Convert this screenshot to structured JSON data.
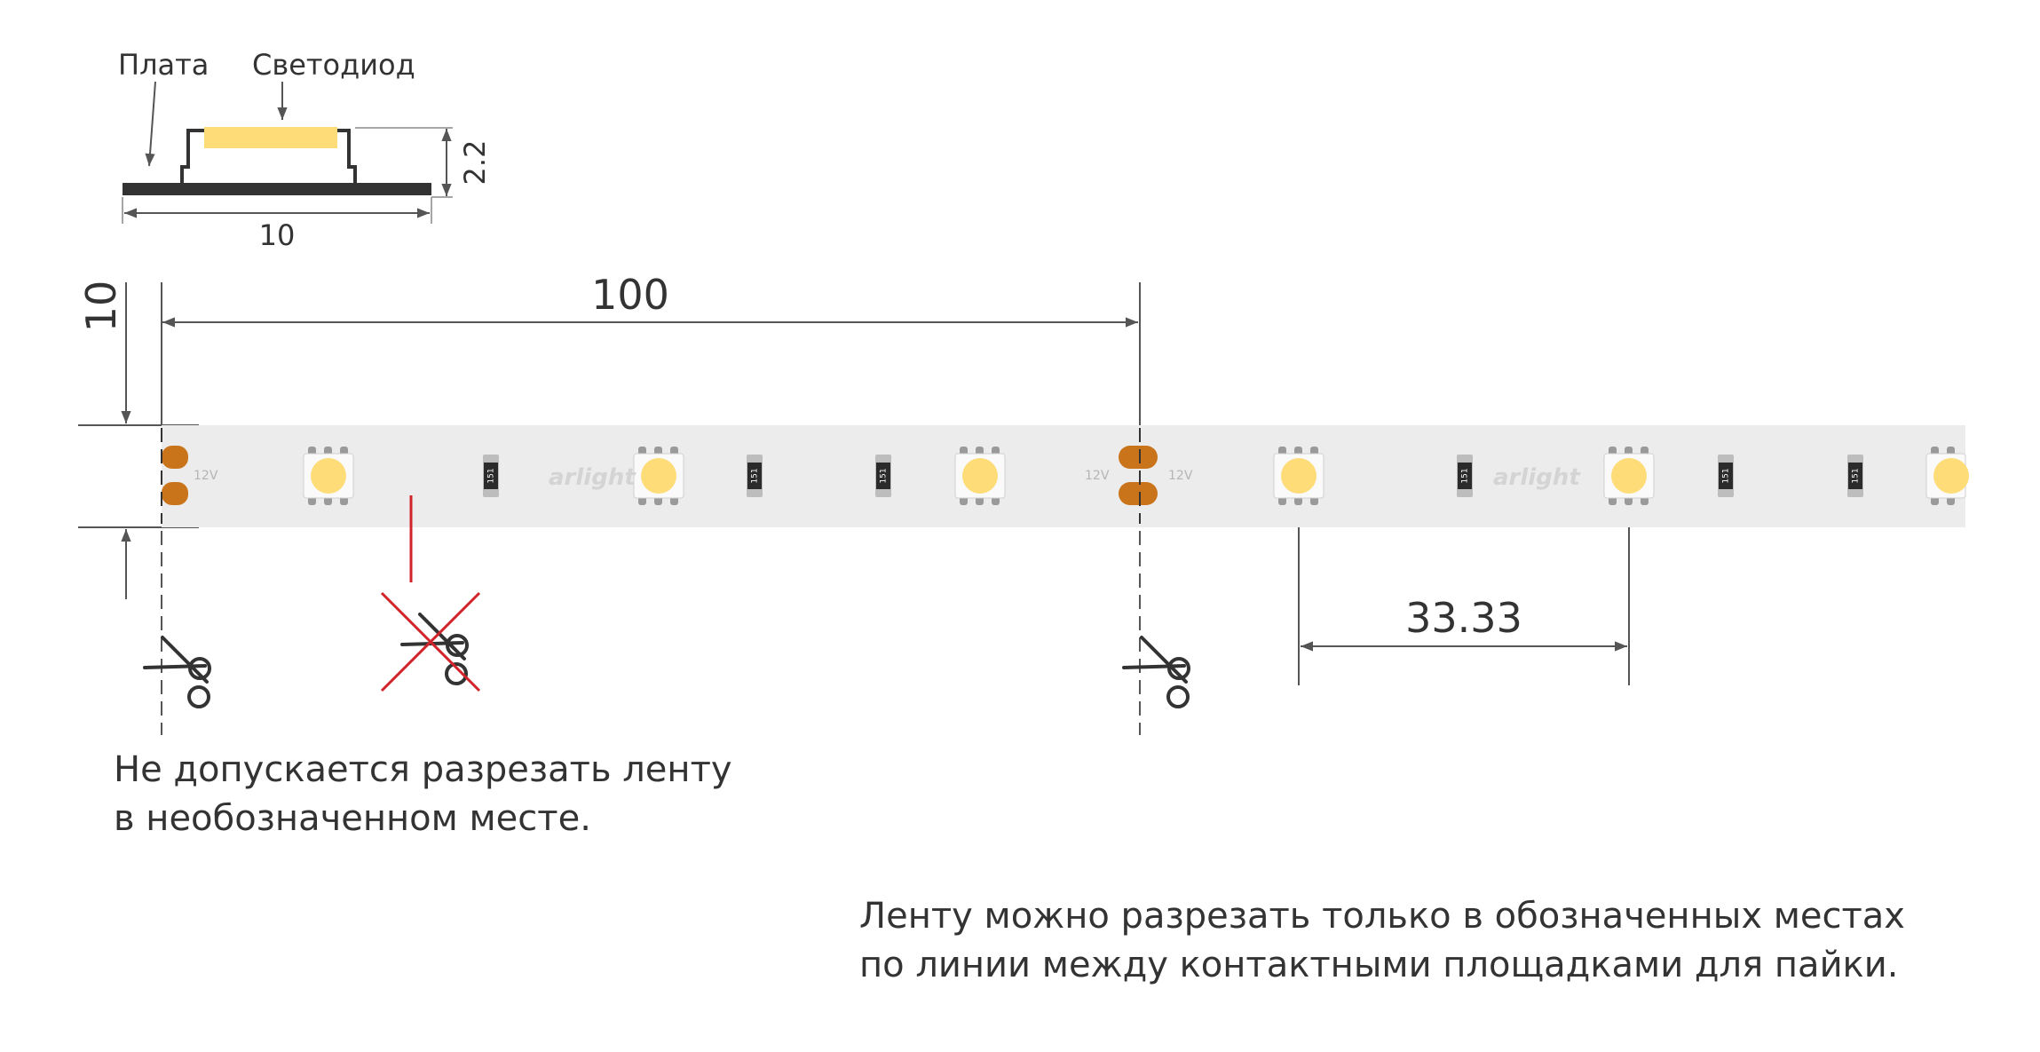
{
  "profile": {
    "label_board": "Плата",
    "label_led": "Светодиод",
    "dim_width": "10",
    "dim_height": "2.2"
  },
  "strip": {
    "dim_strip_width": "10",
    "dim_segment_length": "100",
    "dim_led_pitch": "33.33",
    "pad_voltage_label": "12V",
    "resistor_code": "151",
    "brand_watermark": "arlight"
  },
  "notes": {
    "warning_line1": "Не допускается разрезать ленту",
    "warning_line2": "в необозначенном месте.",
    "info_line1": "Ленту можно разрезать только в обозначенных местах",
    "info_line2": "по линии между контактными площадками для пайки."
  },
  "colors": {
    "strip_fill": "#ececec",
    "led_yellow": "#fedc78",
    "pad_copper": "#c9741b",
    "forbidden_mark": "#d2232a",
    "dimension_line": "#555555"
  }
}
